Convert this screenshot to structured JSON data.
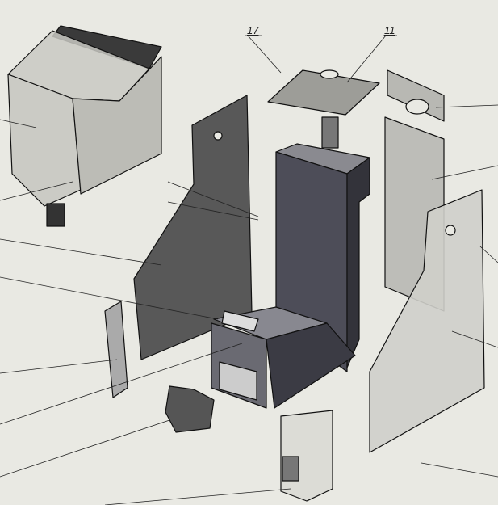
{
  "callouts": [
    {
      "id": "callout-17",
      "text": "17"
    },
    {
      "id": "callout-11",
      "text": "11"
    }
  ],
  "colors": {
    "background": "#e9e9e3",
    "panel_dark": "#555555",
    "panel_light": "#bdbdb8",
    "body": "#4a4a52",
    "outline": "#111111"
  }
}
